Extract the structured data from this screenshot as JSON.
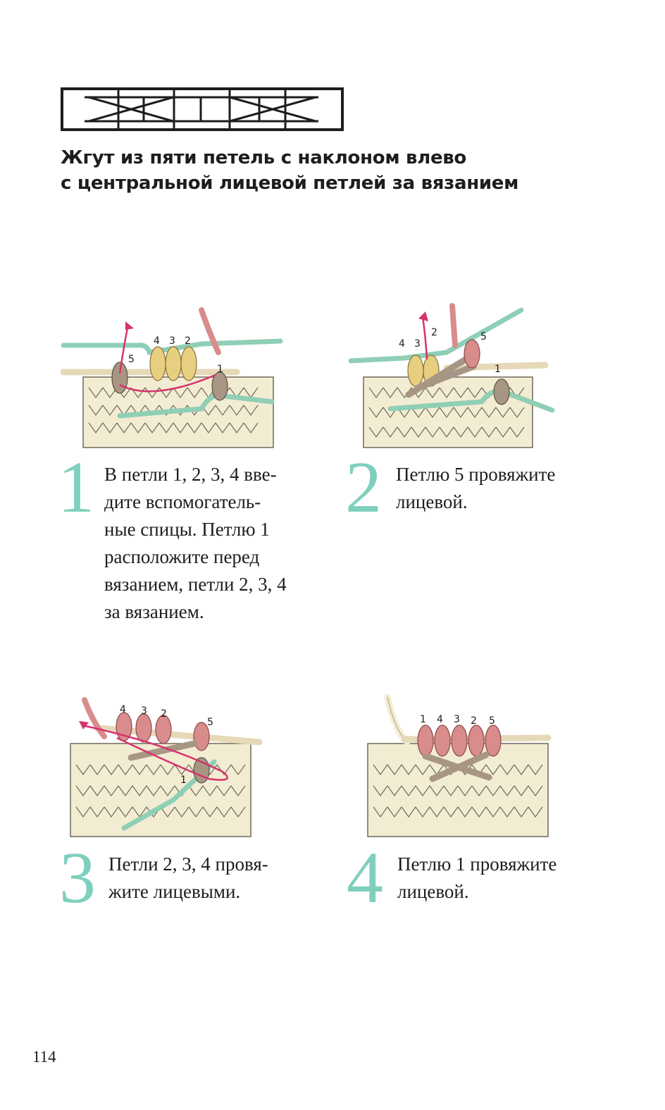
{
  "title": {
    "line1": "Жгут из пяти петель с наклоном влево",
    "line2": "с центральной лицевой петлей за вязанием"
  },
  "steps": [
    {
      "number": "1",
      "lines": [
        "В петли 1, 2, 3, 4 вве-",
        "дите вспомогатель-",
        "ные спицы. Петлю 1",
        "расположите перед",
        "вязанием, петли 2, 3, 4",
        "за вязанием."
      ],
      "loop_labels": [
        "4",
        "3",
        "2",
        "5",
        "1"
      ]
    },
    {
      "number": "2",
      "lines": [
        "Петлю 5 провяжите",
        "лицевой."
      ],
      "loop_labels": [
        "4",
        "3",
        "2",
        "5",
        "1"
      ]
    },
    {
      "number": "3",
      "lines": [
        "Петли 2, 3, 4 провя-",
        "жите лицевыми."
      ],
      "loop_labels": [
        "4",
        "3",
        "2",
        "5",
        "1"
      ]
    },
    {
      "number": "4",
      "lines": [
        "Петлю 1 провяжите",
        "лицевой."
      ],
      "loop_labels": [
        "1",
        "4",
        "3",
        "2",
        "5"
      ]
    }
  ],
  "page_number": "114",
  "colors": {
    "accent_number": "#7fcfbd",
    "needle_green": "#8fcfb5",
    "yarn_pink": "#d98c8c",
    "yarn_gold": "#e8cf80",
    "yarn_taupe": "#a89684",
    "arrow": "#d6336c",
    "fabric": "#f2ecd3"
  }
}
